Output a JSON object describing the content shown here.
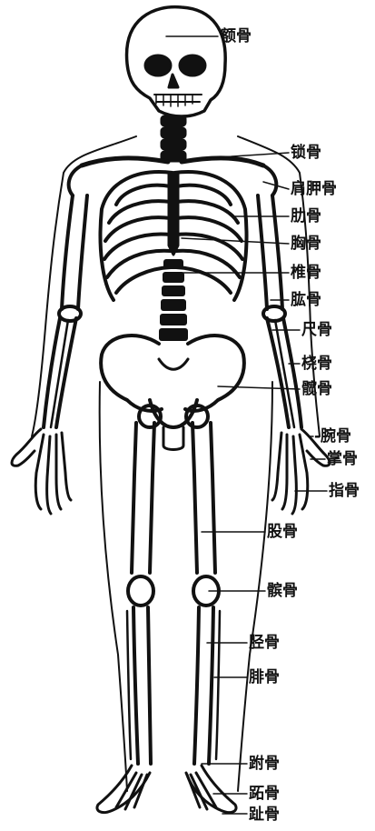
{
  "labels": {
    "frontal": "额骨",
    "clavicle": "锁骨",
    "scapula": "肩胛骨",
    "rib": "肋骨",
    "sternum": "胸骨",
    "vertebra": "椎骨",
    "humerus": "肱骨",
    "ulna": "尺骨",
    "radius": "桡骨",
    "hip": "髋骨",
    "carpal": "-腕骨",
    "metacarpal": "掌骨",
    "phalanx_hand": "指骨",
    "femur": "股骨",
    "patella": "髌骨",
    "tibia": "胫骨",
    "fibula": "腓骨",
    "tarsal": "跗骨",
    "metatarsal": "跖骨",
    "phalanx_foot": "趾骨"
  },
  "colors": {
    "ink": "#111111",
    "paper": "#ffffff"
  }
}
